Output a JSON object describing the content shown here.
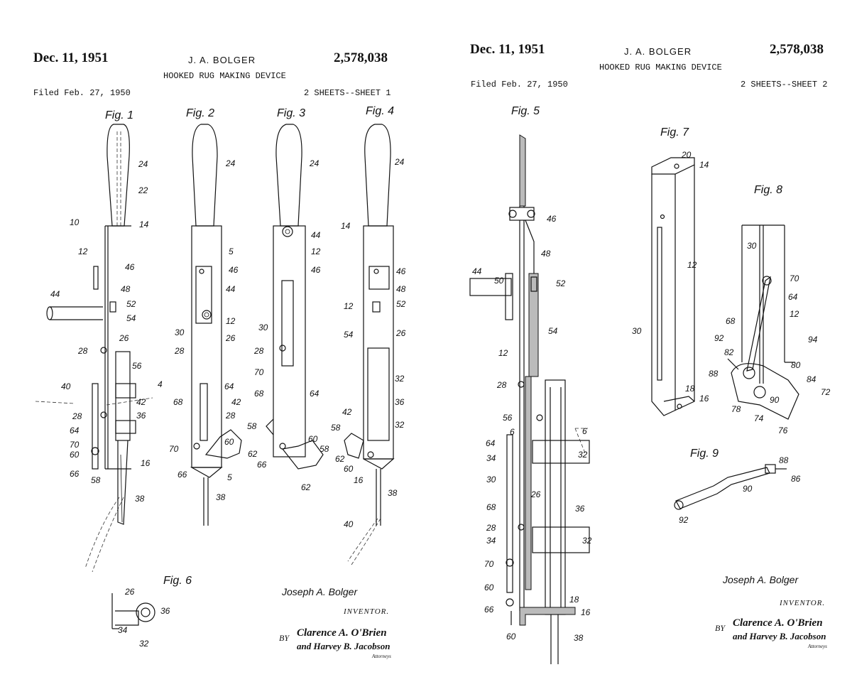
{
  "sheets": [
    {
      "date": "Dec. 11, 1951",
      "inventor_header": "J. A. BOLGER",
      "patent_number": "2,578,038",
      "title": "HOOKED RUG MAKING DEVICE",
      "filed": "Filed Feb. 27, 1950",
      "sheet_label": "2 SHEETS--SHEET 1",
      "inventor_signature": "Joseph A. Bolger",
      "inventor_label": "INVENTOR.",
      "by": "BY",
      "attorney_signature": "Clarence A. O'Brien",
      "attorney_signature_2": "and Harvey B. Jacobson",
      "attorneys_label": "Attorneys"
    },
    {
      "date": "Dec. 11, 1951",
      "inventor_header": "J. A. BOLGER",
      "patent_number": "2,578,038",
      "title": "HOOKED RUG MAKING DEVICE",
      "filed": "Filed Feb. 27, 1950",
      "sheet_label": "2 SHEETS--SHEET 2",
      "inventor_signature": "Joseph A. Bolger",
      "inventor_label": "INVENTOR.",
      "by": "BY",
      "attorney_signature": "Clarence A. O'Brien",
      "attorney_signature_2": "and Harvey B. Jacobson",
      "attorneys_label": "Attorneys"
    }
  ],
  "figures": {
    "fig1": {
      "title": "Fig. 1",
      "refs": [
        "24",
        "22",
        "10",
        "14",
        "12",
        "46",
        "48",
        "44",
        "52",
        "54",
        "26",
        "28",
        "56",
        "40",
        "4",
        "42",
        "36",
        "28",
        "64",
        "70",
        "60",
        "66",
        "58",
        "16",
        "38"
      ]
    },
    "fig2": {
      "title": "Fig. 2",
      "refs": [
        "24",
        "5",
        "46",
        "44",
        "12",
        "30",
        "26",
        "28",
        "64",
        "68",
        "42",
        "28",
        "58",
        "70",
        "60",
        "62",
        "66",
        "5",
        "38"
      ]
    },
    "fig3": {
      "title": "Fig. 3",
      "refs": [
        "24",
        "44",
        "12",
        "46",
        "30",
        "28",
        "70",
        "68",
        "64",
        "42",
        "58",
        "60",
        "58",
        "66",
        "62"
      ]
    },
    "fig4": {
      "title": "Fig. 4",
      "refs": [
        "24",
        "14",
        "46",
        "48",
        "12",
        "52",
        "54",
        "26",
        "32",
        "36",
        "32",
        "62",
        "60",
        "16",
        "38",
        "40"
      ]
    },
    "fig5": {
      "title": "Fig. 5",
      "refs": [
        "46",
        "48",
        "44",
        "50",
        "52",
        "54",
        "12",
        "28",
        "56",
        "6",
        "6",
        "64",
        "34",
        "32",
        "30",
        "26",
        "68",
        "36",
        "28",
        "34",
        "32",
        "70",
        "60",
        "66",
        "18",
        "16",
        "60",
        "38"
      ]
    },
    "fig6": {
      "title": "Fig. 6",
      "refs": [
        "26",
        "36",
        "34",
        "32"
      ]
    },
    "fig7": {
      "title": "Fig. 7",
      "refs": [
        "20",
        "14",
        "12",
        "30",
        "18",
        "16"
      ]
    },
    "fig8": {
      "title": "Fig. 8",
      "refs": [
        "30",
        "70",
        "64",
        "68",
        "12",
        "92",
        "94",
        "82",
        "88",
        "80",
        "84",
        "72",
        "78",
        "74",
        "90",
        "76"
      ]
    },
    "fig9": {
      "title": "Fig. 9",
      "refs": [
        "88",
        "86",
        "90",
        "92"
      ]
    }
  }
}
